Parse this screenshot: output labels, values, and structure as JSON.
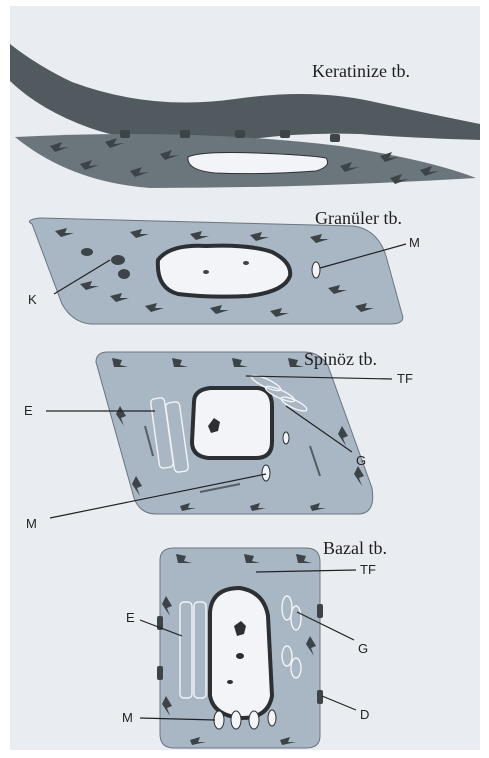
{
  "layers": {
    "keratinize": "Keratinize tb.",
    "granuler": "Granüler tb.",
    "spinoz": "Spinöz tb.",
    "bazal": "Bazal tb."
  },
  "labels": {
    "granuler_k": "K",
    "granuler_m": "M",
    "spinoz_tf": "TF",
    "spinoz_e": "E",
    "spinoz_g": "G",
    "spinoz_m": "M",
    "bazal_tf": "TF",
    "bazal_e": "E",
    "bazal_g": "G",
    "bazal_m": "M",
    "bazal_d": "D"
  },
  "colors": {
    "page": "#ffffff",
    "background": "#e9edf2",
    "keratin_dark": "#505a5f",
    "keratin_flat": "#6b767c",
    "cell_fill": "#a9b6c3",
    "cell_stroke": "#6a757f",
    "nucleus": "#f2f4f7",
    "nucleus_outline": "#2c2f33",
    "dark_mark": "#3c4448"
  }
}
